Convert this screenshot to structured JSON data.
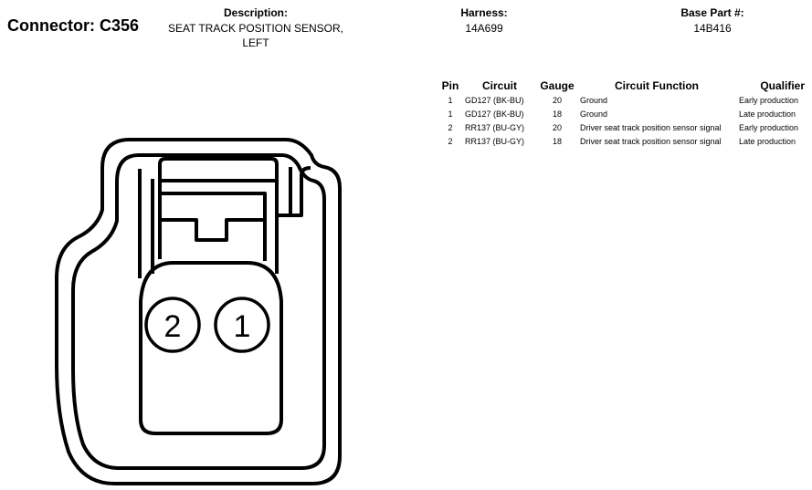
{
  "connector": {
    "label": "Connector: C356"
  },
  "description": {
    "label": "Description:",
    "line1": "SEAT TRACK POSITION SENSOR,",
    "line2": "LEFT"
  },
  "harness": {
    "label": "Harness:",
    "value": "14A699"
  },
  "base_part": {
    "label": "Base Part #:",
    "value": "14B416"
  },
  "table": {
    "headers": {
      "pin": "Pin",
      "circuit": "Circuit",
      "gauge": "Gauge",
      "function": "Circuit Function",
      "qualifier": "Qualifier"
    },
    "rows": [
      {
        "pin": "1",
        "circuit": "GD127 (BK-BU)",
        "gauge": "20",
        "function": "Ground",
        "qualifier": "Early production"
      },
      {
        "pin": "1",
        "circuit": "GD127 (BK-BU)",
        "gauge": "18",
        "function": "Ground",
        "qualifier": "Late production"
      },
      {
        "pin": "2",
        "circuit": "RR137 (BU-GY)",
        "gauge": "20",
        "function": "Driver seat track position sensor signal",
        "qualifier": "Early production"
      },
      {
        "pin": "2",
        "circuit": "RR137 (BU-GY)",
        "gauge": "18",
        "function": "Driver seat track position sensor signal",
        "qualifier": "Late production"
      }
    ]
  },
  "diagram": {
    "pin_left": "2",
    "pin_right": "1"
  }
}
